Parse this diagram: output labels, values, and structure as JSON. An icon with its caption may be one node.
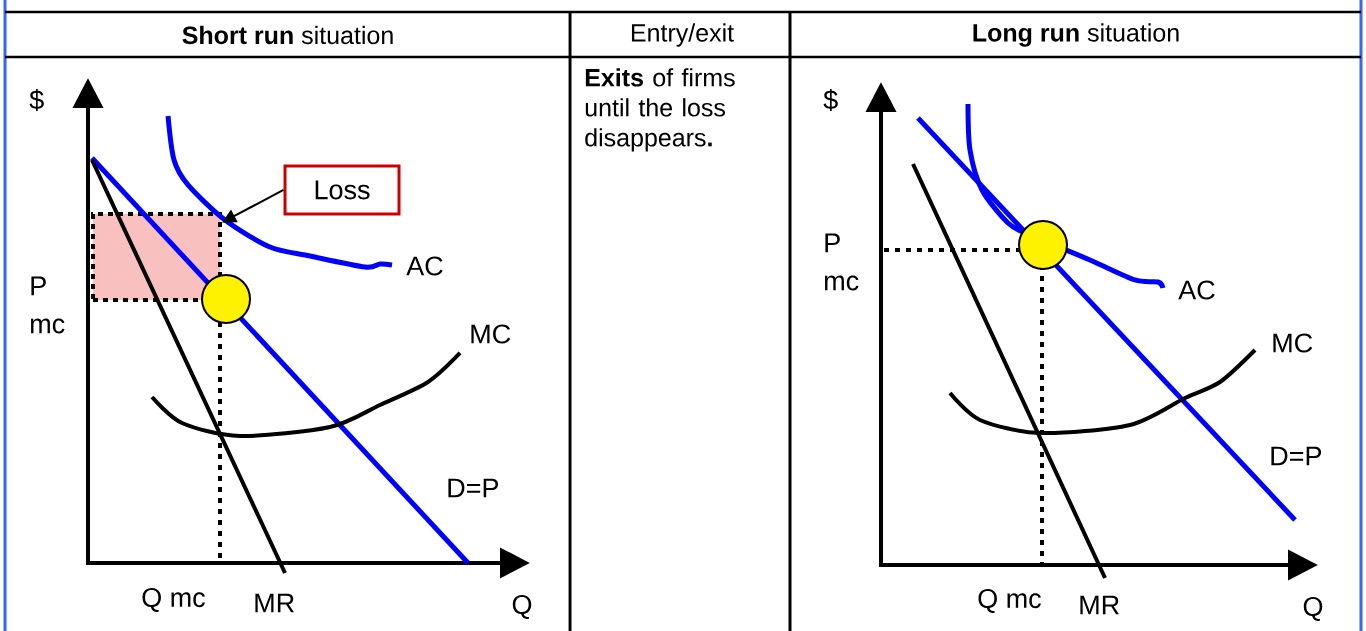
{
  "diagram": {
    "nodes": [
      {
        "text": [
          "**Short run** situation"
        ]
      },
      {
        "text": [
          "Entry/exit"
        ]
      },
      {
        "text": [
          "**Long run** situation"
        ]
      },
      {
        "text": [
          "**Exits** of firms until the loss disappears**.**"
        ]
      },
      {
        "text": [
          "Loss"
        ]
      },
      {
        "text": [],
        "shape": "box"
      }
    ],
    "edges": [
      {
        "from": 4,
        "to": 5,
        "arrow": "to"
      }
    ],
    "labels": [
      "$",
      "AC",
      "P mc",
      "MC",
      "D=P",
      "Q mc",
      "MR",
      "Q",
      "$",
      "P mc",
      "AC",
      "MC",
      "D=P",
      "Q mc",
      "MR",
      "Q"
    ]
  }
}
